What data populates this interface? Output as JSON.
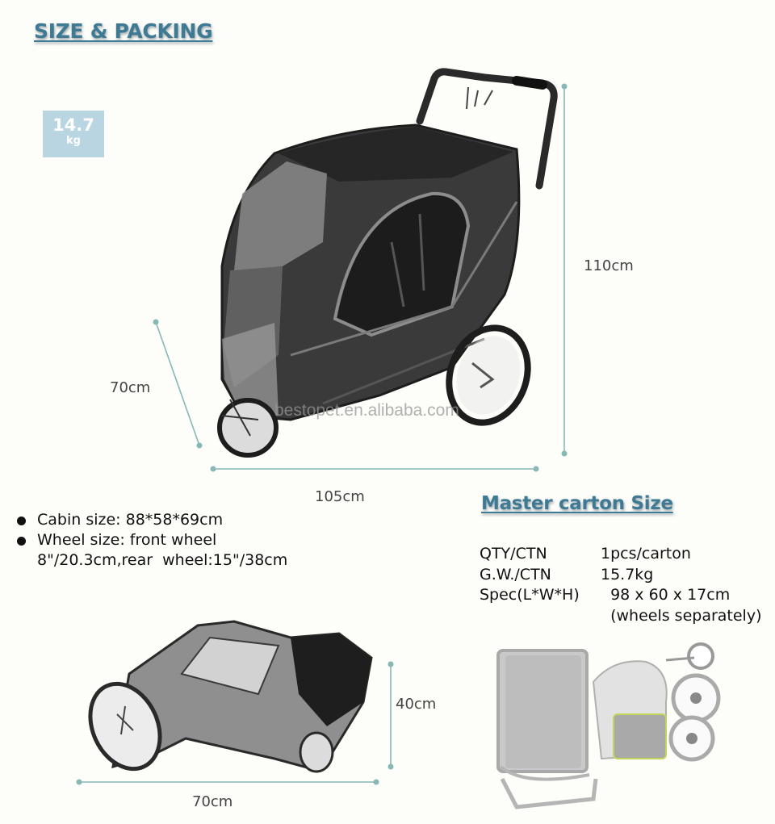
{
  "header": {
    "title": "SIZE & PACKING"
  },
  "weight_badge": {
    "value": "14.7",
    "unit": "kg",
    "color": "#bad5e2"
  },
  "stroller_dimensions": {
    "height": "110cm",
    "depth": "70cm",
    "length": "105cm"
  },
  "watermark": "bestopet.en.alibaba.com",
  "specs": {
    "items": [
      {
        "text": "Cabin size: 88*58*69cm"
      },
      {
        "text": "Wheel size: front wheel",
        "continuation": "8\"/20.3cm,rear  wheel:15\"/38cm"
      }
    ]
  },
  "folded_dimensions": {
    "height": "40cm",
    "length": "70cm"
  },
  "master_carton": {
    "title": "Master carton Size",
    "rows": [
      {
        "label": "QTY/CTN",
        "value": "1pcs/carton"
      },
      {
        "label": "G.W./CTN",
        "value": "15.7kg"
      },
      {
        "label": "Spec(L*W*H)",
        "value": "  98 x 60 x 17cm"
      },
      {
        "label": "",
        "value": "  (wheels separately)"
      }
    ]
  },
  "colors": {
    "heading": "#3f7a94",
    "dimension_line": "#86b8b5",
    "background": "#fdfdf9"
  }
}
